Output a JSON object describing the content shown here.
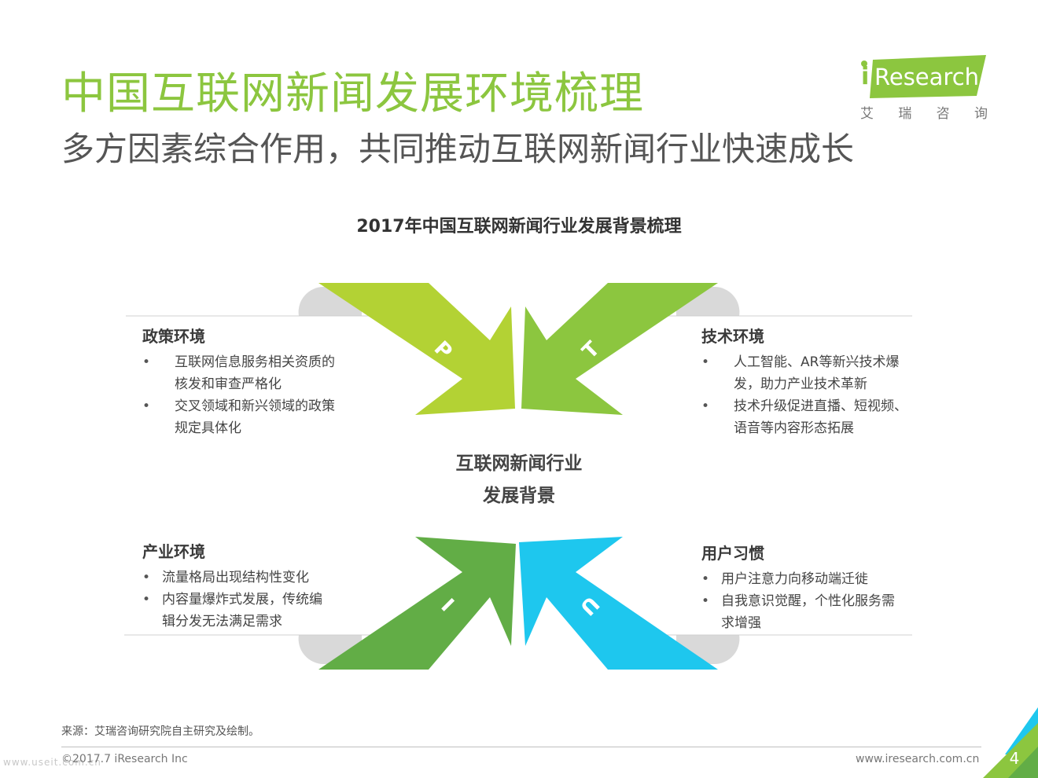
{
  "header": {
    "title": "中国互联网新闻发展环境梳理",
    "subtitle": "多方因素综合作用，共同推动互联网新闻行业快速成长"
  },
  "logo": {
    "latin": "Research",
    "i_letter": "i",
    "chinese": [
      "艾",
      "瑞",
      "咨",
      "询"
    ],
    "colors": {
      "green": "#8cc63f",
      "gray": "#777777"
    }
  },
  "diagram": {
    "title": "2017年中国互联网新闻行业发展背景梳理",
    "center_label_line1": "互联网新闻行业",
    "center_label_line2": "发展背景",
    "arrows": [
      {
        "letter": "P",
        "color": "#b3d234"
      },
      {
        "letter": "T",
        "color": "#8cc63f"
      },
      {
        "letter": "I",
        "color": "#62ad46"
      },
      {
        "letter": "U",
        "color": "#1ec7ee"
      }
    ],
    "quadrants": {
      "policy": {
        "heading": "政策环境",
        "items": [
          "互联网信息服务相关资质的核发和审查严格化",
          "交叉领域和新兴领域的政策规定具体化"
        ]
      },
      "technology": {
        "heading": "技术环境",
        "items": [
          "人工智能、AR等新兴技术爆发，助力产业技术革新",
          "技术升级促进直播、短视频、语音等内容形态拓展"
        ]
      },
      "industry": {
        "heading": "产业环境",
        "items": [
          "流量格局出现结构性变化",
          "内容量爆炸式发展，传统编辑分发无法满足需求"
        ]
      },
      "user": {
        "heading": "用户习惯",
        "items": [
          "用户注意力向移动端迁徙",
          "自我意识觉醒，个性化服务需求增强"
        ]
      }
    }
  },
  "footer": {
    "source": "来源：艾瑞咨询研究院自主研究及绘制。",
    "copyright": "©2017.7 iResearch Inc",
    "website": "www.iresearch.com.cn",
    "page_number": "4",
    "watermark": "www.useit.com.cn"
  }
}
